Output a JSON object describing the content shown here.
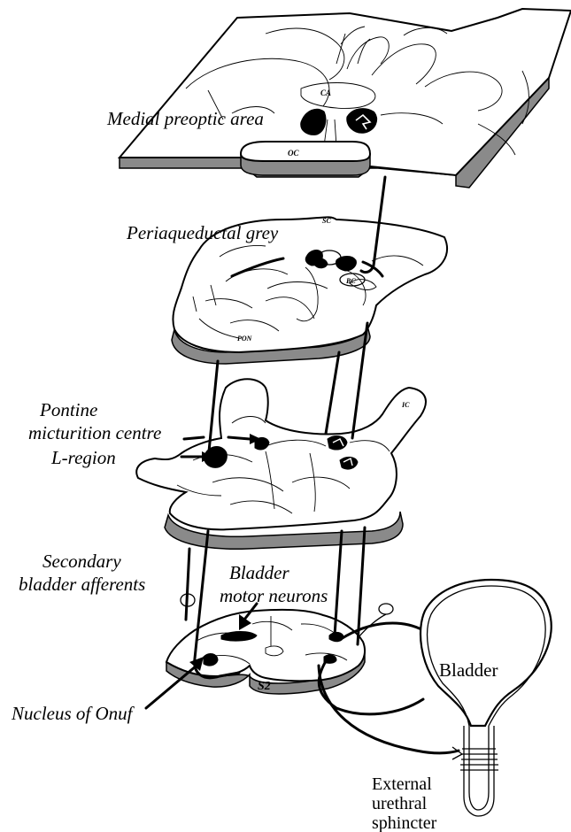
{
  "labels": {
    "mpa": "Medial preoptic area",
    "ca": "CA",
    "oc": "OC",
    "pag": "Periaqueductal grey",
    "sc": "SC",
    "bc": "BC",
    "pon": "PON",
    "pmc_line1": "Pontine",
    "pmc_line2": "micturition centre",
    "l_region": "L-region",
    "ic": "IC",
    "sec_aff_line1": "Secondary",
    "sec_aff_line2": "bladder afferents",
    "motor_line1": "Bladder",
    "motor_line2": "motor neurons",
    "onuf": "Nucleus of Onuf",
    "s2": "S2",
    "bladder": "Bladder",
    "sphincter_line1": "External",
    "sphincter_line2": "urethral",
    "sphincter_line3": "sphincter"
  },
  "colors": {
    "ink": "#000000",
    "slab_edge": "#8a8a8a",
    "background": "#ffffff"
  }
}
